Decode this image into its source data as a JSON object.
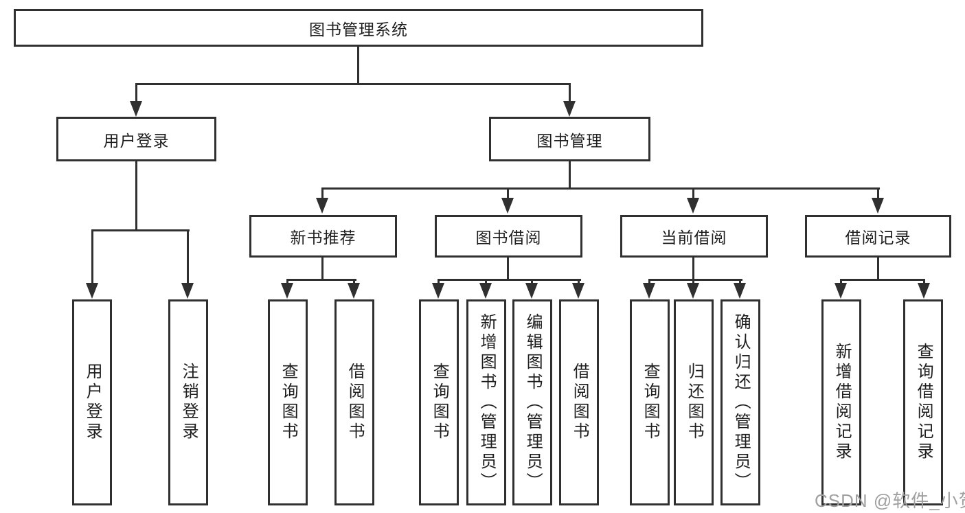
{
  "tree": {
    "root": {
      "label": "图书管理系统"
    },
    "level2": [
      {
        "label": "用户登录"
      },
      {
        "label": "图书管理"
      }
    ],
    "level3": [
      {
        "parent": "图书管理",
        "label": "新书推荐"
      },
      {
        "parent": "图书管理",
        "label": "图书借阅"
      },
      {
        "parent": "图书管理",
        "label": "当前借阅"
      },
      {
        "parent": "图书管理",
        "label": "借阅记录"
      }
    ],
    "groups": [
      {
        "parent": "用户登录",
        "children": [
          {
            "label": "用户登录"
          },
          {
            "label": "注销登录"
          }
        ]
      },
      {
        "parent": "新书推荐",
        "children": [
          {
            "label": "查询图书"
          },
          {
            "label": "借阅图书"
          }
        ]
      },
      {
        "parent": "图书借阅",
        "children": [
          {
            "label": "查询图书"
          },
          {
            "label": "新增图书（管理员）"
          },
          {
            "label": "编辑图书（管理员）"
          },
          {
            "label": "借阅图书"
          }
        ]
      },
      {
        "parent": "当前借阅",
        "children": [
          {
            "label": "查询图书"
          },
          {
            "label": "归还图书"
          },
          {
            "label": "确认归还（管理员）"
          }
        ]
      },
      {
        "parent": "借阅记录",
        "children": [
          {
            "label": "新增借阅记录"
          },
          {
            "label": "查询借阅记录"
          }
        ]
      }
    ]
  },
  "watermark": {
    "text": "CSDN @软件_小贺同学"
  },
  "colors": {
    "line": "#303030",
    "text": "#1e1e1e",
    "watermark": "#a0a0a0",
    "background": "#ffffff"
  }
}
